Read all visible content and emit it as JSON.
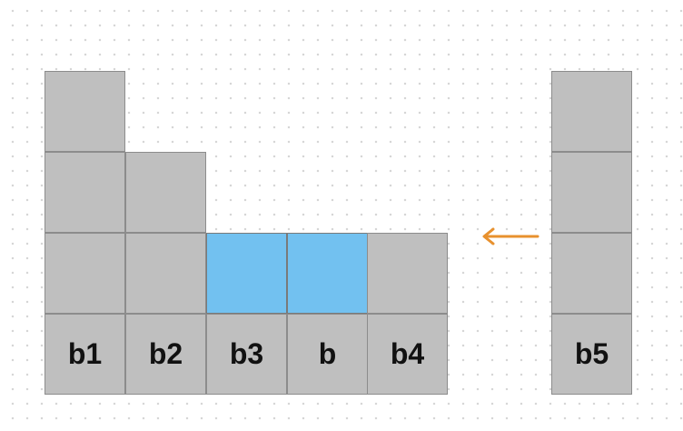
{
  "colors": {
    "block": "#bfbfbf",
    "highlight": "#72c1f0",
    "arrow": "#e8912e"
  },
  "icons": {
    "arrow": "arrow-left-icon"
  },
  "columns": [
    {
      "label": "b1",
      "height": 4,
      "highlight": []
    },
    {
      "label": "b2",
      "height": 3,
      "highlight": []
    },
    {
      "label": "b3",
      "height": 2,
      "highlight": [
        2
      ]
    },
    {
      "label": "b",
      "height": 2,
      "highlight": [
        2
      ]
    },
    {
      "label": "b4",
      "height": 2,
      "highlight": []
    },
    {
      "label": "b5",
      "height": 4,
      "highlight": []
    }
  ]
}
